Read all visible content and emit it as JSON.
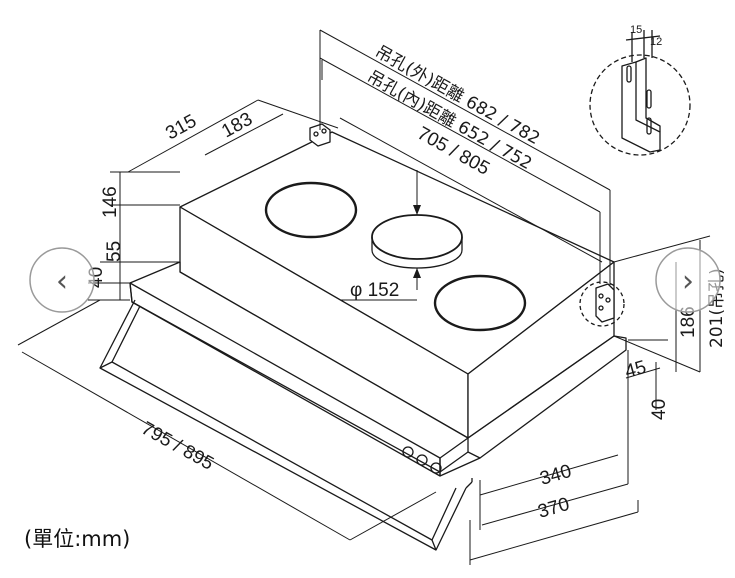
{
  "dimensions": {
    "hole_outer": "吊孔(外)距離 682 / 782",
    "hole_inner": "吊孔(內)距離 652 / 752",
    "body_width": "705 / 805",
    "depth_total": "315",
    "depth_inner": "183",
    "height_top": "146",
    "height_55": "55",
    "height_40_left": "40",
    "duct_diameter": "φ 152",
    "overall_width": "795 / 895",
    "front_340": "340",
    "front_370": "370",
    "right_45": "45",
    "right_40": "40",
    "right_186": "186",
    "right_201": "201(吊孔)",
    "bracket_15": "15",
    "bracket_12": "12"
  },
  "unit_label": "(單位:mm)",
  "nav": {
    "prev": "‹",
    "next": "›"
  }
}
